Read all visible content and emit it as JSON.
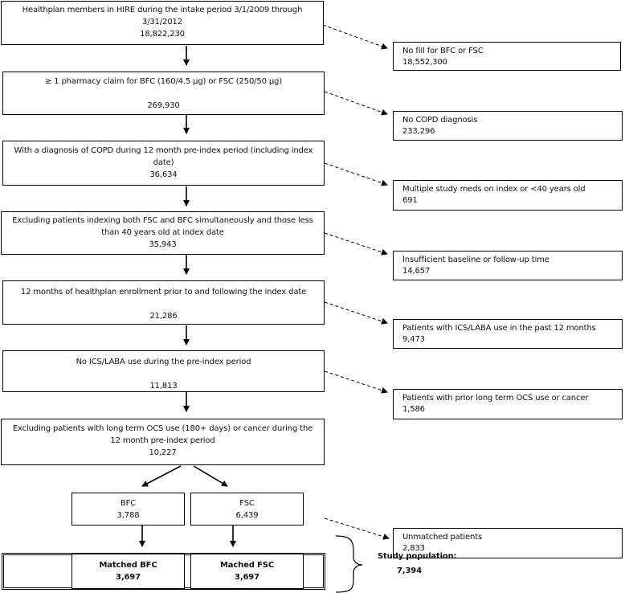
{
  "main_steps": [
    {
      "lines": [
        "Healthplan members in HIRE during the intake period 3/1/2009 through",
        "3/31/2012",
        "18,822,230"
      ]
    },
    {
      "lines": [
        "≥ 1 pharmacy claim for BFC (160/4.5 µg) or FSC (250/50 µg)",
        "",
        "269,930"
      ]
    },
    {
      "lines": [
        "With a diagnosis of COPD during 12 month pre-index period (including index",
        "date)",
        "36,634"
      ]
    },
    {
      "lines": [
        "Excluding patients indexing both FSC and BFC simultaneously and those less",
        "than 40 years old at index date",
        "35,943"
      ]
    },
    {
      "lines": [
        "12 months of healthplan enrollment prior to and following the index date",
        "",
        "21,286"
      ]
    },
    {
      "lines": [
        "No ICS/LABA use during the pre-index period",
        "",
        "11,813"
      ]
    },
    {
      "lines": [
        "Excluding patients with long term OCS use (180+ days) or cancer during the",
        "12 month pre-index period",
        "10,227"
      ]
    }
  ],
  "exclusions": [
    {
      "label": "No fill for BFC or FSC",
      "count": "18,552,300"
    },
    {
      "label": "No COPD diagnosis",
      "count": "233,296"
    },
    {
      "label": "Multiple study meds on index or <40 years old",
      "count": "691"
    },
    {
      "label": "Insufficient baseline or follow-up time",
      "count": "14,657"
    },
    {
      "label": "Patients with ICS/LABA use in the past 12 months",
      "count": "9,473"
    },
    {
      "label": "Patients with prior long term OCS use or cancer",
      "count": "1,586"
    },
    {
      "label": "Unmatched patients",
      "count": "2,833"
    }
  ],
  "groups": {
    "bfc": {
      "label": "BFC",
      "count": "3,788"
    },
    "fsc": {
      "label": "FSC",
      "count": "6,439"
    }
  },
  "matched": {
    "bfc": {
      "label": "Matched BFC",
      "count": "3,697"
    },
    "fsc": {
      "label": "Mached FSC",
      "count": "3,697"
    }
  },
  "study_population": {
    "label": "Study population:",
    "count": "7,394"
  }
}
